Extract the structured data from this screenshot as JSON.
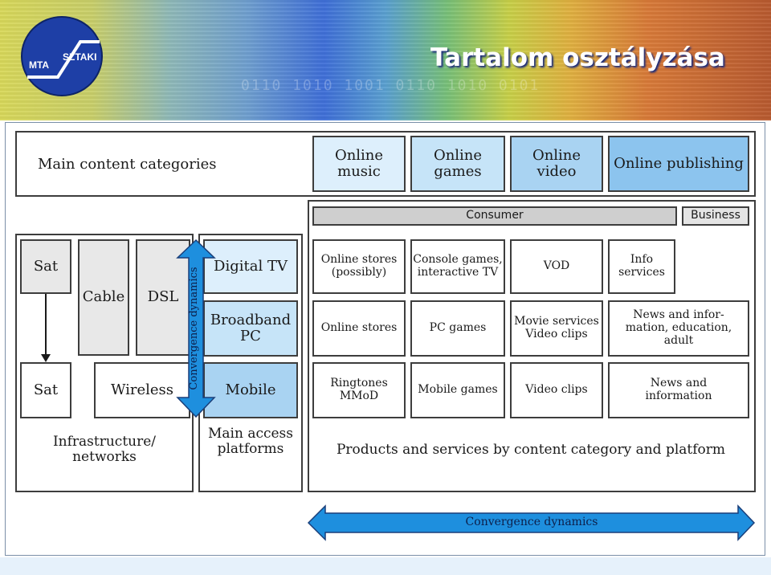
{
  "title": "Tartalom osztályzása",
  "logo": {
    "left_text": "MTA",
    "right_text": "SZTAKI"
  },
  "main_content_label": "Main content categories",
  "categories": [
    "Online music",
    "Online games",
    "Online video",
    "Online publishing"
  ],
  "segments": {
    "consumer": "Consumer",
    "business": "Business"
  },
  "infrastructure": {
    "sat_top": "Sat",
    "cable": "Cable",
    "dsl": "DSL",
    "sat_bottom": "Sat",
    "wireless": "Wireless",
    "label": "Infrastructure/ networks"
  },
  "platforms": {
    "digital_tv": "Digital TV",
    "broadband_pc": "Broadband PC",
    "mobile": "Mobile",
    "label": "Main access platforms"
  },
  "vertical_arrow_label": "Convergence dynamics",
  "horizontal_arrow_label": "Convergence dynamics",
  "products": {
    "row1": [
      "Online stores (possibly)",
      "Console games, interactive TV",
      "VOD",
      "Info services"
    ],
    "row2": [
      "Online stores",
      "PC games",
      "Movie services Video clips",
      "News and infor-mation, education, adult"
    ],
    "row3": [
      "Ringtones MMoD",
      "Mobile games",
      "Video clips",
      "News and information"
    ],
    "label": "Products and services by content category and platform"
  },
  "colors": {
    "arrow_fill": "#1e8fde",
    "arrow_stroke": "#1a3f7a",
    "panel_grey": "#e8e8e8"
  }
}
